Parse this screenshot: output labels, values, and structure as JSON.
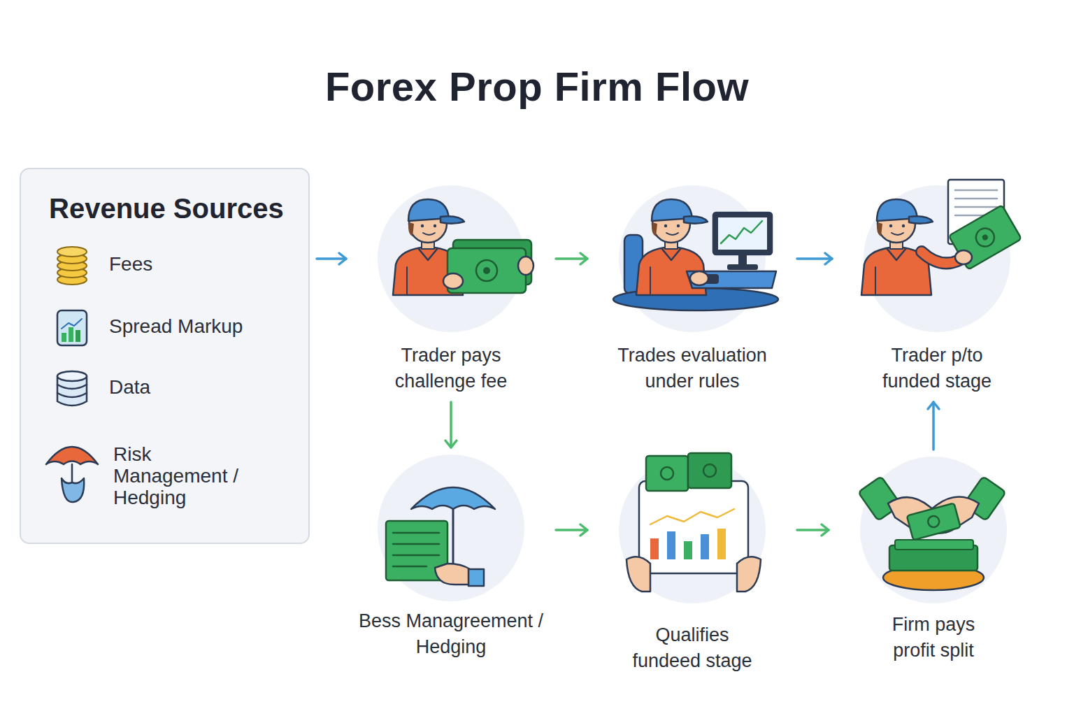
{
  "diagram": {
    "title": "Forex Prop Firm Flow",
    "nodes": [
      {
        "text": [
          "Revenue Sources"
        ]
      },
      {
        "text": [
          "Trader pays challenge fee"
        ]
      },
      {
        "text": [
          "Trades evaluation under rules"
        ]
      },
      {
        "text": [
          "Trader p/to funded stage"
        ]
      },
      {
        "text": [
          "Bess Managreement / Hedging"
        ]
      },
      {
        "text": [
          "Qualifies fundeed stage"
        ]
      },
      {
        "text": [
          "Firm pays profit split"
        ]
      }
    ],
    "edges": [
      {
        "from": 0,
        "to": 1,
        "arrow": "to"
      },
      {
        "from": 1,
        "to": 2,
        "arrow": "to"
      },
      {
        "from": 2,
        "to": 3,
        "arrow": "to"
      },
      {
        "from": 1,
        "to": 4,
        "arrow": "to"
      },
      {
        "from": 4,
        "to": 5,
        "arrow": "to"
      },
      {
        "from": 5,
        "to": 6,
        "arrow": "to"
      },
      {
        "from": 6,
        "to": 3,
        "arrow": "to"
      }
    ],
    "legend": [
      {
        "text": "Fees"
      },
      {
        "text": "Spread Markup"
      },
      {
        "text": "Data"
      },
      {
        "text": "Risk Management / Hedging"
      }
    ]
  }
}
